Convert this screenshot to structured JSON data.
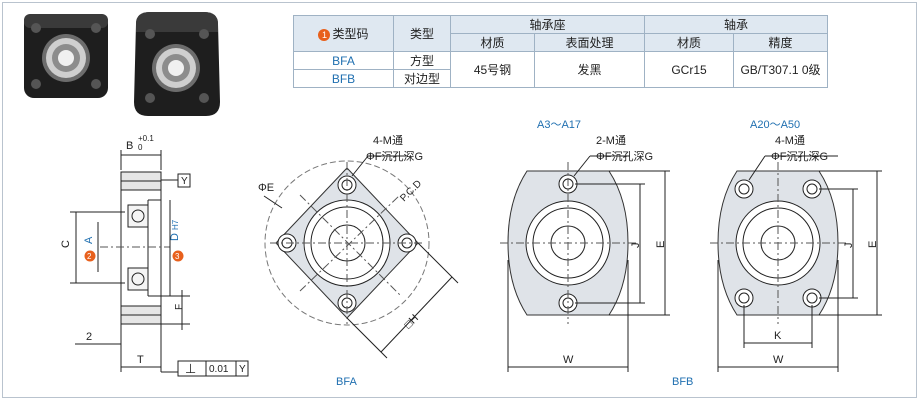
{
  "table": {
    "header_code": "类型码",
    "header_code_num": "1",
    "header_type": "类型",
    "header_bearing_seat": "轴承座",
    "header_bearing": "轴承",
    "sub_material_1": "材质",
    "sub_surface": "表面处理",
    "sub_material_2": "材质",
    "sub_precision": "精度",
    "rows": [
      {
        "code": "BFA",
        "type": "方型"
      },
      {
        "code": "BFB",
        "type": "对边型"
      }
    ],
    "seat_material": "45号钢",
    "surface_treatment": "发黑",
    "bearing_material": "GCr15",
    "precision": "GB/T307.1 0级"
  },
  "side_view": {
    "b_label": "B",
    "b_tol_upper": "+0.1",
    "b_tol_lower": "0",
    "y_label": "Y",
    "c_label": "C",
    "a_label": "A",
    "a_num": "2",
    "d_label": "D",
    "d_fit": "H7",
    "d_num": "3",
    "f_label": "F",
    "two_label": "2",
    "t_label": "T",
    "perp_symbol": "⊥",
    "tolerance": "0.01",
    "datum": "Y"
  },
  "bfa": {
    "holes_label": "4-M通",
    "cbore_label": "ΦF沉孔深G",
    "phi_e": "ΦE",
    "pcd": "P.C.D",
    "h_label": "□H",
    "caption": "BFA"
  },
  "bfb_small": {
    "range": "A3～A17",
    "holes_label": "2-M通",
    "cbore_label": "ΦF沉孔深G",
    "j_label": "J",
    "e_label": "E",
    "w_label": "W"
  },
  "bfb_large": {
    "range": "A20～A50",
    "holes_label": "4-M通",
    "cbore_label": "ΦF沉孔深G",
    "j_label": "J",
    "e_label": "E",
    "k_label": "K",
    "w_label": "W"
  },
  "bfb_caption": "BFB",
  "colors": {
    "badge": "#e8601c",
    "dim_blue": "#1f6fb0",
    "part_fill": "#dfe3e8",
    "table_header": "#dfe8f1"
  }
}
